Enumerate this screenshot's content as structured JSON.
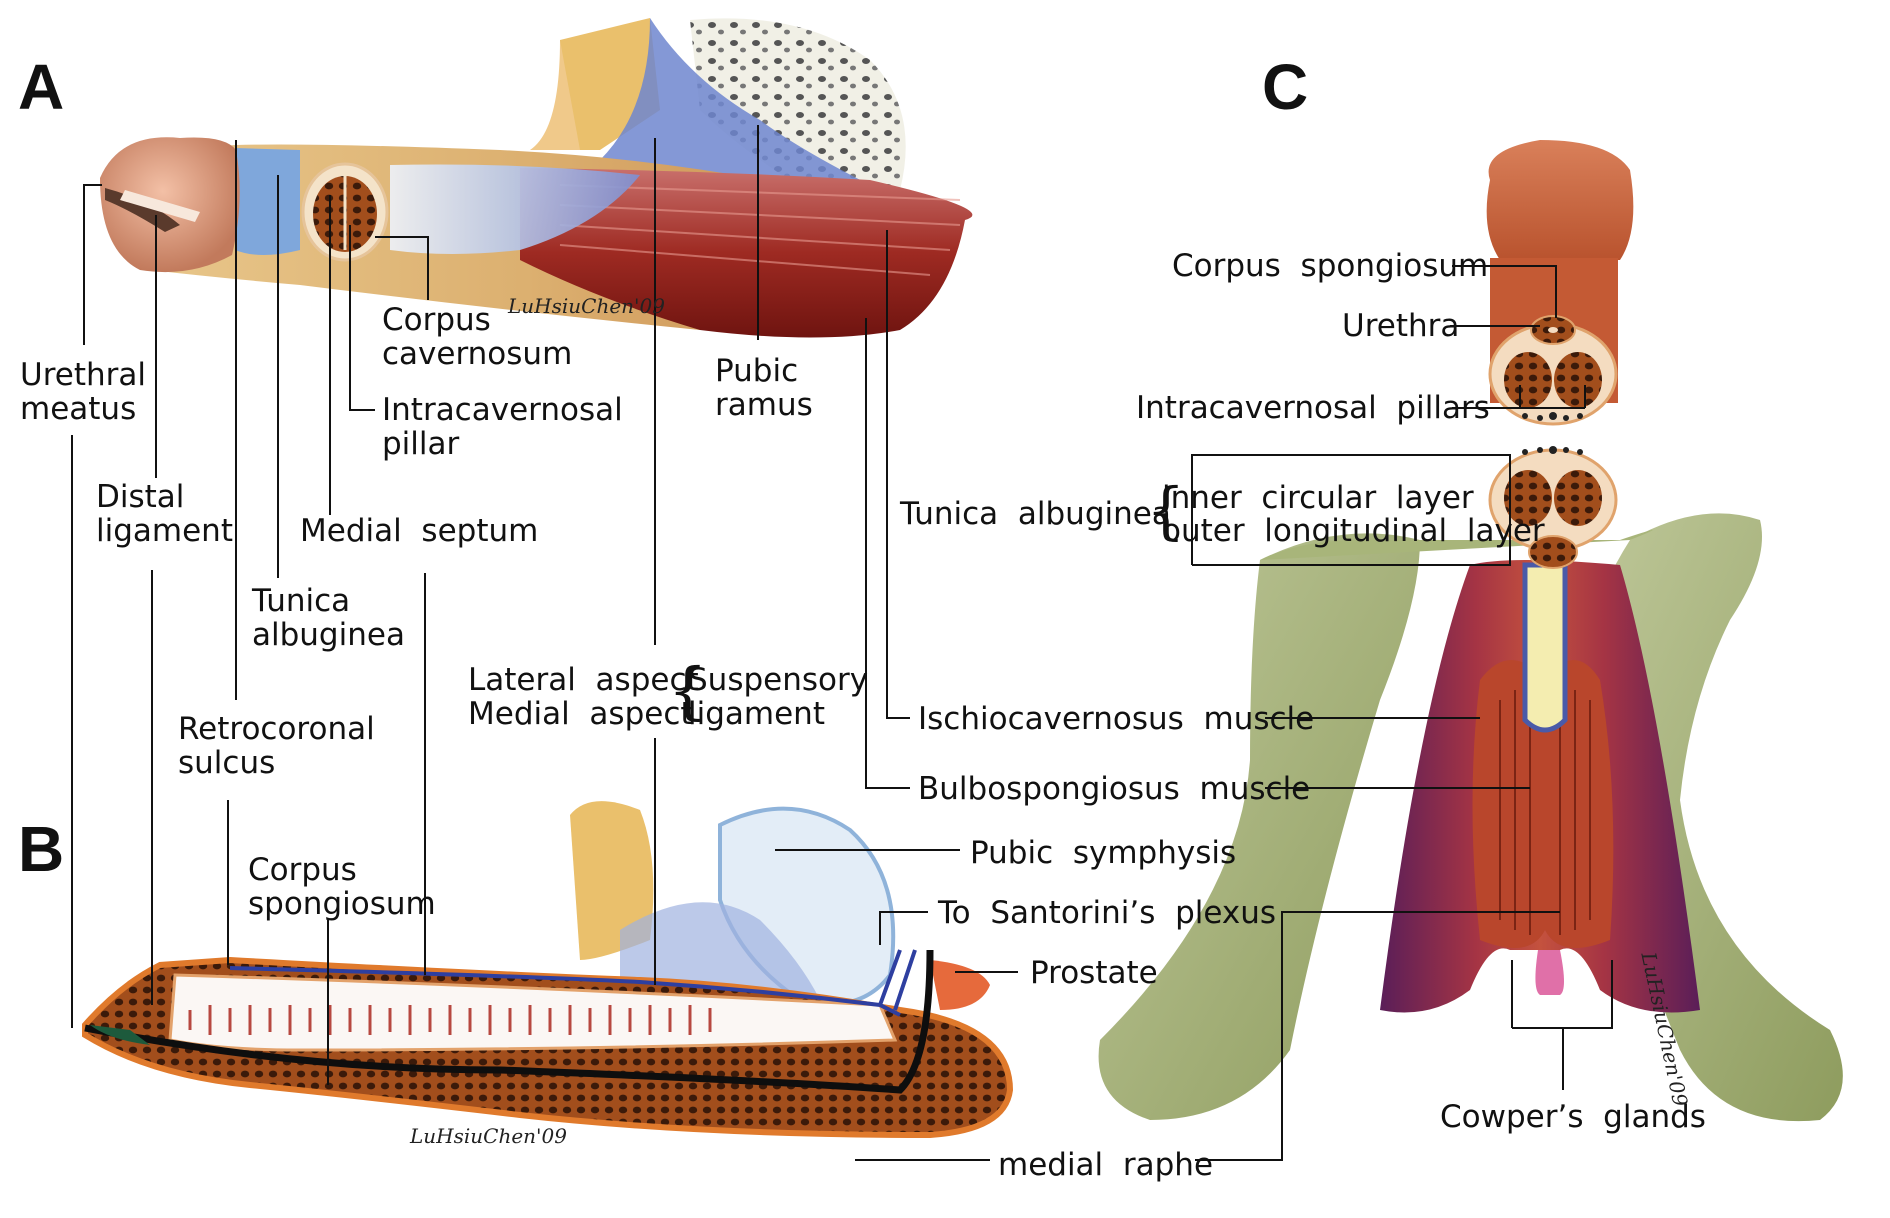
{
  "panels": {
    "a": "A",
    "b": "B",
    "c": "C"
  },
  "signature": "LuHsiuChen'09",
  "panel_a": {
    "urethral_meatus": "Urethral\nmeatus",
    "distal_ligament": "Distal\nligament",
    "corpus_cavernosum": "Corpus\ncavernosum",
    "intracavernosal_pillar": "Intracavernosal\npillar",
    "medial_septum": "Medial  septum",
    "tunica_albuginea": "Tunica\nalbuginea",
    "retrocoronal_sulcus": "Retrocoronal\nsulcus",
    "pubic_ramus": "Pubic\nramus",
    "suspensory_aspects": "Lateral  aspect\nMedial  aspect",
    "suspensory_ligament": "Suspensory\nligament"
  },
  "panel_b": {
    "corpus_spongiosum": "Corpus\nspongiosum",
    "pubic_symphysis": "Pubic  symphysis",
    "santorini": "To  Santorini’s  plexus",
    "prostate": "Prostate",
    "medial_raphe": "medial  raphe"
  },
  "panel_c": {
    "corpus_spongiosum": "Corpus  spongiosum",
    "urethra": "Urethra",
    "intracavernosal_pillars": "Intracavernosal  pillars",
    "tunica_albuginea": "Tunica  albuginea",
    "inner_circular": "inner  circular  layer",
    "outer_longitudinal": "outer  longitudinal  layer",
    "ischiocavernosus": "Ischiocavernosus  muscle",
    "bulbospongiosus": "Bulbospongiosus  muscle",
    "cowpers_glands": "Cowper’s  glands"
  }
}
